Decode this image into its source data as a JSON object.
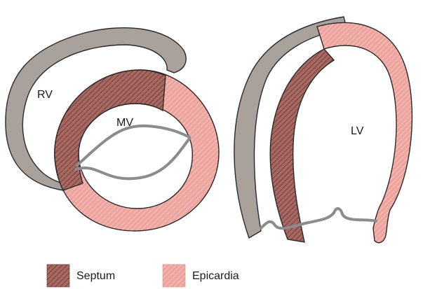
{
  "labels": {
    "rv": "RV",
    "mv": "MV",
    "lv": "LV"
  },
  "legend": [
    {
      "label": "Septum",
      "color": "#a86862"
    },
    {
      "label": "Epicardia",
      "color": "#f0a39c"
    }
  ],
  "colors": {
    "rv_wall": "#a9a29c",
    "outline": "#2a2a2a",
    "valve": "#8c8c8c",
    "septum": "#a86862",
    "epicardia": "#f0a39c"
  }
}
